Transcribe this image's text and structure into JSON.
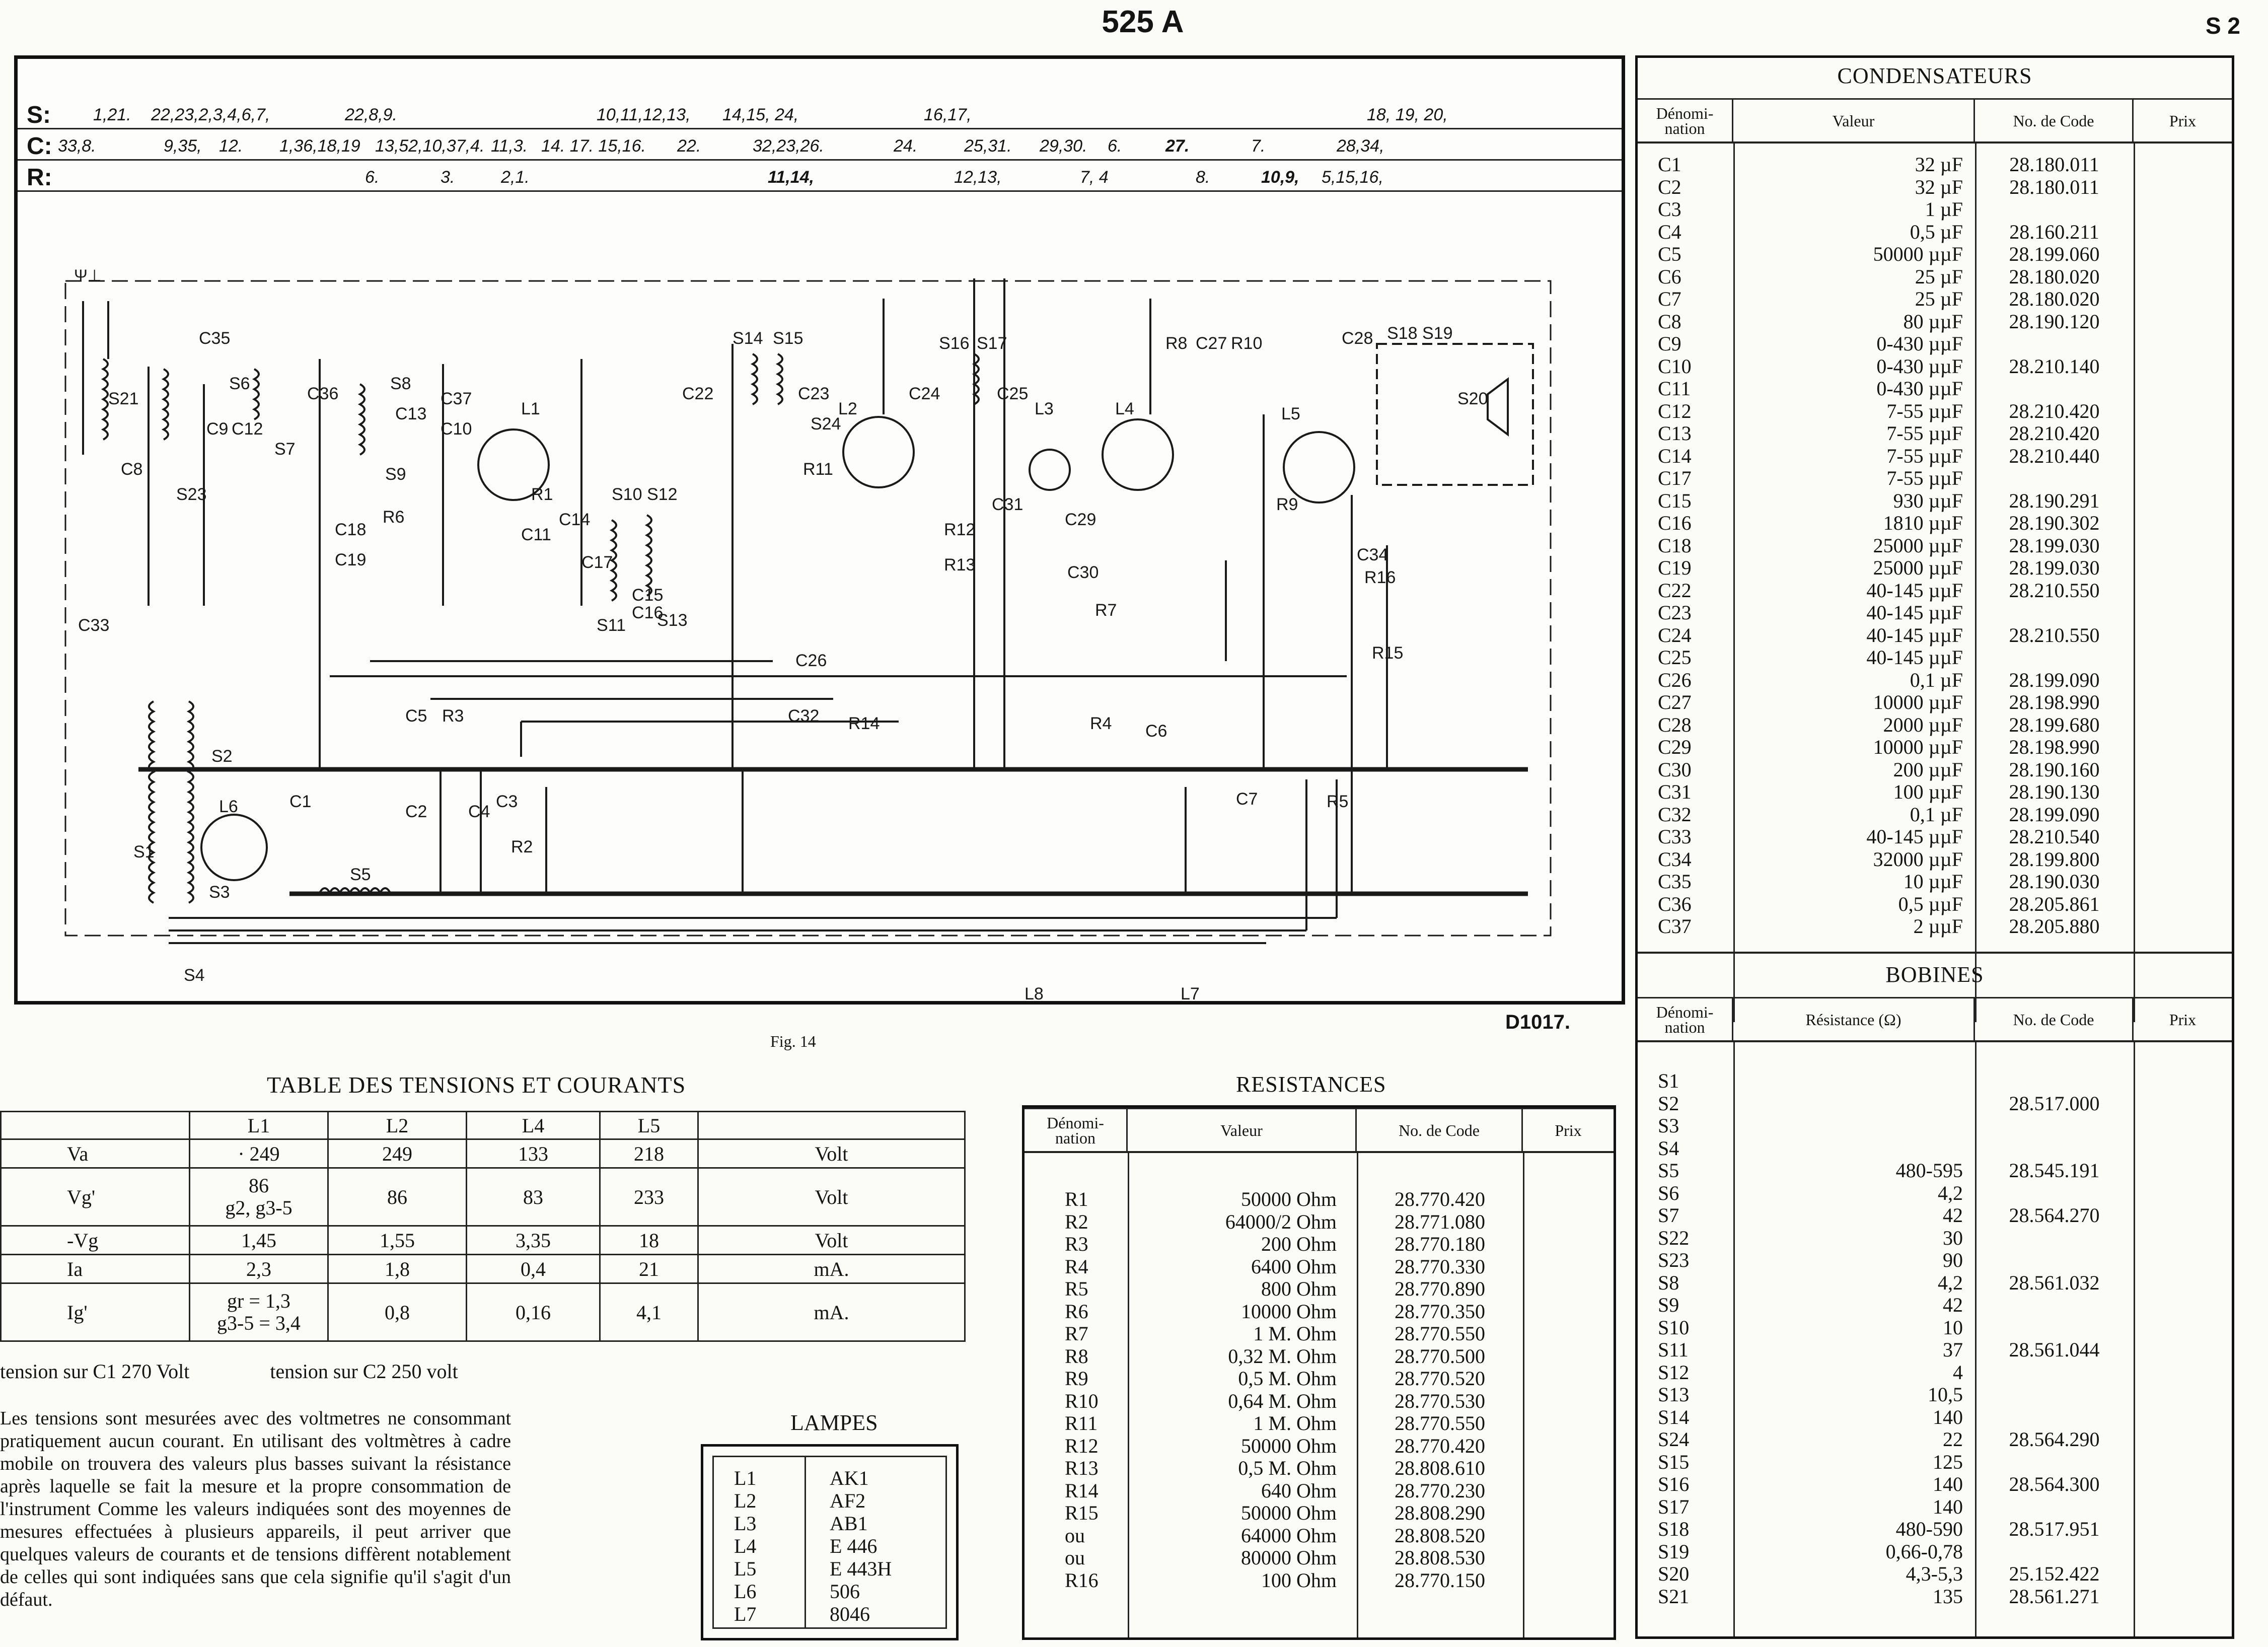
{
  "header": {
    "title": "525 A",
    "page": "S 2"
  },
  "schematic": {
    "strip_s": {
      "label": "S:",
      "values": [
        "1,21.",
        "22,23,2,3,4,6,7,",
        "22,8,9.",
        "10,11,12,13,",
        "14,15, 24,",
        "16,17,",
        "18, 19, 20,"
      ]
    },
    "strip_c": {
      "label": "C:",
      "values": [
        "33,8.",
        "9,35,",
        "12.",
        "1,36,18,19",
        "13,52,10,37,4.",
        "11,3.",
        "14. 17. 15,16.",
        "22.",
        "32,23,26.",
        "24.",
        "25,31.",
        "29,30.",
        "6.",
        "27.",
        "7.",
        "28,34,"
      ]
    },
    "strip_r": {
      "label": "R:",
      "values": [
        "6.",
        "3.",
        "2,1.",
        "11,14,",
        "12,13,",
        "7, 4",
        "8.",
        "10,9,",
        "5,15,16,"
      ]
    },
    "labels": [
      "L1",
      "L2",
      "L3",
      "L4",
      "L5",
      "L6",
      "L7",
      "L8",
      "S1",
      "S2",
      "S3",
      "S4",
      "S5",
      "S6",
      "S7",
      "S8",
      "S9",
      "S10",
      "S11",
      "S12",
      "S13",
      "S14",
      "S15",
      "S16",
      "S17",
      "S18",
      "S19",
      "S20",
      "S21",
      "S23",
      "S24",
      "C1",
      "C2",
      "C4",
      "C3",
      "C5",
      "C6",
      "C7",
      "C8",
      "C9",
      "C10",
      "C11",
      "C12",
      "C13",
      "C14",
      "C15",
      "C16",
      "C17",
      "C18",
      "C19",
      "C22",
      "C23",
      "C24",
      "C25",
      "C26",
      "C27",
      "C28",
      "C29",
      "C30",
      "C31",
      "C32",
      "C33",
      "C34",
      "C35",
      "C36",
      "C37",
      "R1",
      "R2",
      "R3",
      "R4",
      "R5",
      "R6",
      "R7",
      "R8",
      "R9",
      "R10",
      "R11",
      "R12",
      "R13",
      "R14",
      "R15",
      "R16"
    ],
    "figure_caption": "Fig. 14",
    "drawing_code": "D1017."
  },
  "condensateurs": {
    "title": "CONDENSATEURS",
    "headers": {
      "name": "Dénomi-\nnation",
      "value": "Valeur",
      "code": "No. de Code",
      "price": "Prix"
    },
    "rows": [
      [
        "C1",
        "32 µF",
        "28.180.011"
      ],
      [
        "C2",
        "32 µF",
        "28.180.011"
      ],
      [
        "C3",
        "1 µF",
        ""
      ],
      [
        "C4",
        "0,5 µF",
        "28.160.211"
      ],
      [
        "C5",
        "50000 µµF",
        "28.199.060"
      ],
      [
        "C6",
        "25 µF",
        "28.180.020"
      ],
      [
        "C7",
        "25 µF",
        "28.180.020"
      ],
      [
        "C8",
        "80 µµF",
        "28.190.120"
      ],
      [
        "C9",
        "0-430 µµF",
        ""
      ],
      [
        "C10",
        "0-430 µµF",
        "28.210.140"
      ],
      [
        "C11",
        "0-430 µµF",
        ""
      ],
      [
        "C12",
        "7-55 µµF",
        "28.210.420"
      ],
      [
        "C13",
        "7-55 µµF",
        "28.210.420"
      ],
      [
        "C14",
        "7-55 µµF",
        "28.210.440"
      ],
      [
        "C17",
        "7-55 µµF",
        ""
      ],
      [
        "C15",
        "930 µµF",
        "28.190.291"
      ],
      [
        "C16",
        "1810 µµF",
        "28.190.302"
      ],
      [
        "C18",
        "25000 µµF",
        "28.199.030"
      ],
      [
        "C19",
        "25000 µµF",
        "28.199.030"
      ],
      [
        "C22",
        "40-145 µµF",
        "28.210.550"
      ],
      [
        "C23",
        "40-145 µµF",
        ""
      ],
      [
        "C24",
        "40-145 µµF",
        "28.210.550"
      ],
      [
        "C25",
        "40-145 µµF",
        ""
      ],
      [
        "C26",
        "0,1 µF",
        "28.199.090"
      ],
      [
        "C27",
        "10000 µµF",
        "28.198.990"
      ],
      [
        "C28",
        "2000 µµF",
        "28.199.680"
      ],
      [
        "C29",
        "10000 µµF",
        "28.198.990"
      ],
      [
        "C30",
        "200 µµF",
        "28.190.160"
      ],
      [
        "C31",
        "100 µµF",
        "28.190.130"
      ],
      [
        "C32",
        "0,1 µF",
        "28.199.090"
      ],
      [
        "C33",
        "40-145 µµF",
        "28.210.540"
      ],
      [
        "C34",
        "32000 µµF",
        "28.199.800"
      ],
      [
        "C35",
        "10 µµF",
        "28.190.030"
      ],
      [
        "C36",
        "0,5 µµF",
        "28.205.861"
      ],
      [
        "C37",
        "2 µµF",
        "28.205.880"
      ]
    ]
  },
  "bobines": {
    "title": "BOBINES",
    "headers": {
      "name": "Dénomi-\nnation",
      "value": "Résistance (Ω)",
      "code": "No. de Code",
      "price": "Prix"
    },
    "rows": [
      [
        "S1",
        "",
        ""
      ],
      [
        "S2",
        "",
        "28.517.000"
      ],
      [
        "S3",
        "",
        ""
      ],
      [
        "S4",
        "",
        ""
      ],
      [
        "S5",
        "480-595",
        "28.545.191"
      ],
      [
        "S6",
        "4,2",
        ""
      ],
      [
        "S7",
        "42",
        "28.564.270"
      ],
      [
        "S22",
        "30",
        ""
      ],
      [
        "S23",
        "90",
        ""
      ],
      [
        "S8",
        "4,2",
        "28.561.032"
      ],
      [
        "S9",
        "42",
        ""
      ],
      [
        "S10",
        "10",
        ""
      ],
      [
        "S11",
        "37",
        "28.561.044"
      ],
      [
        "S12",
        "4",
        ""
      ],
      [
        "S13",
        "10,5",
        ""
      ],
      [
        "S14",
        "140",
        ""
      ],
      [
        "S24",
        "22",
        "28.564.290"
      ],
      [
        "S15",
        "125",
        ""
      ],
      [
        "S16",
        "140",
        "28.564.300"
      ],
      [
        "S17",
        "140",
        ""
      ],
      [
        "S18",
        "480-590",
        "28.517.951"
      ],
      [
        "S19",
        "0,66-0,78",
        ""
      ],
      [
        "S20",
        "4,3-5,3",
        "25.152.422"
      ],
      [
        "S21",
        "135",
        "28.561.271"
      ]
    ]
  },
  "tensions": {
    "title": "TABLE DES TENSIONS ET COURANTS",
    "columns": [
      "",
      "L1",
      "L2",
      "L4",
      "L5",
      ""
    ],
    "rows": [
      [
        "Va",
        "· 249",
        "249",
        "133",
        "218",
        "Volt"
      ],
      [
        "Vg'",
        "86\ng2, g3-5",
        "86",
        "83",
        "233",
        "Volt"
      ],
      [
        "-Vg",
        "1,45",
        "1,55",
        "3,35",
        "18",
        "Volt"
      ],
      [
        "Ia",
        "2,3",
        "1,8",
        "0,4",
        "21",
        "mA."
      ],
      [
        "Ig'",
        "gr = 1,3\ng3-5 = 3,4",
        "0,8",
        "0,16",
        "4,1",
        "mA."
      ]
    ],
    "note_c1": "tension sur C1 270 Volt",
    "note_c2": "tension sur C2 250 volt",
    "paragraph": "Les tensions sont mesurées avec des voltmetres ne consommant pratiquement aucun courant. En utilisant des voltmètres à cadre mobile on trouvera des valeurs plus basses suivant la résistance après laquelle se fait la mesure et la propre consommation de l'instrument Comme les valeurs indiquées sont des moyennes de mesures effectuées à plusieurs appareils, il peut arriver que quelques valeurs de courants et de tensions diffèrent notablement de celles qui sont indiquées sans que cela signifie qu'il s'agit d'un défaut."
  },
  "lampes": {
    "title": "LAMPES",
    "rows": [
      [
        "L1",
        "AK1"
      ],
      [
        "L2",
        "AF2"
      ],
      [
        "L3",
        "AB1"
      ],
      [
        "L4",
        "E 446"
      ],
      [
        "L5",
        "E 443H"
      ],
      [
        "L6",
        "506"
      ],
      [
        "L7",
        "8046"
      ]
    ]
  },
  "resistances": {
    "title": "RESISTANCES",
    "headers": {
      "name": "Dénomi-\nnation",
      "value": "Valeur",
      "code": "No. de Code",
      "price": "Prix"
    },
    "rows": [
      [
        "R1",
        "50000 Ohm",
        "28.770.420"
      ],
      [
        "R2",
        "64000/2 Ohm",
        "28.771.080"
      ],
      [
        "R3",
        "200 Ohm",
        "28.770.180"
      ],
      [
        "R4",
        "6400 Ohm",
        "28.770.330"
      ],
      [
        "R5",
        "800 Ohm",
        "28.770.890"
      ],
      [
        "R6",
        "10000 Ohm",
        "28.770.350"
      ],
      [
        "R7",
        "1 M. Ohm",
        "28.770.550"
      ],
      [
        "R8",
        "0,32 M. Ohm",
        "28.770.500"
      ],
      [
        "R9",
        "0,5 M. Ohm",
        "28.770.520"
      ],
      [
        "R10",
        "0,64 M. Ohm",
        "28.770.530"
      ],
      [
        "R11",
        "1 M. Ohm",
        "28.770.550"
      ],
      [
        "R12",
        "50000 Ohm",
        "28.770.420"
      ],
      [
        "R13",
        "0,5 M. Ohm",
        "28.808.610"
      ],
      [
        "R14",
        "640 Ohm",
        "28.770.230"
      ],
      [
        "R15",
        "50000 Ohm",
        "28.808.290"
      ],
      [
        "ou",
        "64000 Ohm",
        "28.808.520"
      ],
      [
        "ou",
        "80000 Ohm",
        "28.808.530"
      ],
      [
        "R16",
        "100 Ohm",
        "28.770.150"
      ]
    ]
  }
}
